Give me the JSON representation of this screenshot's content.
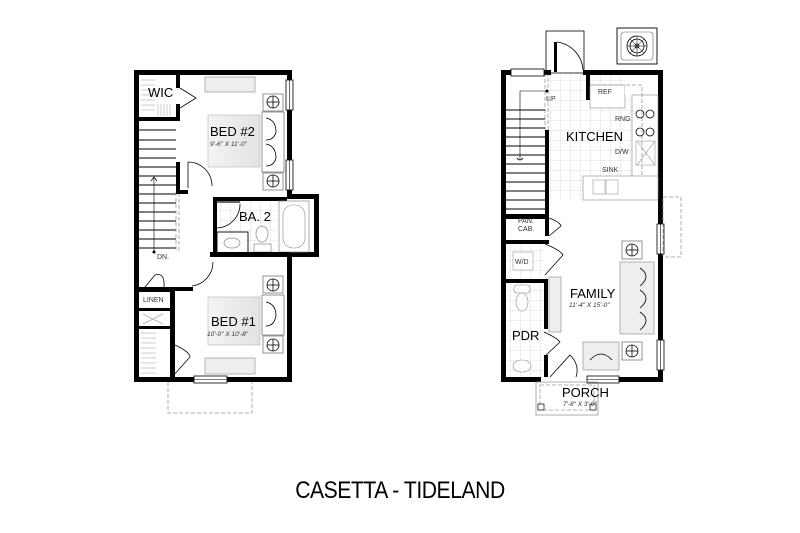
{
  "title": "CASETTA - TIDELAND",
  "second_floor": {
    "rooms": [
      {
        "id": "wic",
        "label": "WIC"
      },
      {
        "id": "bed2",
        "label": "BED #2",
        "dims": "9'-6\" X 11'-0\""
      },
      {
        "id": "ba2",
        "label": "BA. 2"
      },
      {
        "id": "bed1",
        "label": "BED #1",
        "dims": "10'-0\" X 10'-8\""
      },
      {
        "id": "linen",
        "label": "LINEN"
      }
    ],
    "stair_label": "DN."
  },
  "first_floor": {
    "rooms": [
      {
        "id": "kitchen",
        "label": "KITCHEN"
      },
      {
        "id": "family",
        "label": "FAMILY",
        "dims": "11'-4\" X 15'-0\""
      },
      {
        "id": "pdr",
        "label": "PDR"
      },
      {
        "id": "porch",
        "label": "PORCH",
        "dims": "7'-8\" X 3'-0\""
      }
    ],
    "fixtures": {
      "ref": "REF",
      "rng": "RNG",
      "dw": "D/W",
      "sink": "SINK",
      "pan_cab_1": "PAN.",
      "pan_cab_2": "CAB.",
      "wd": "W/D"
    },
    "stair_label": "UP"
  },
  "icons": {
    "ac_unit": "fan-icon"
  }
}
